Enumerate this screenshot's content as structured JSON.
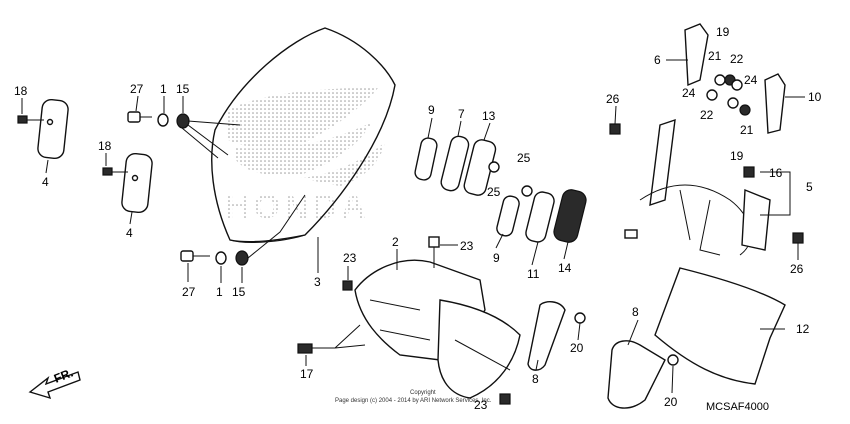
{
  "diagram": {
    "code": "MCSAF4000",
    "direction_label": "FR.",
    "copyright_line1": "Copyright",
    "copyright_line2": "Page design (c) 2004 - 2014 by ARI Network Services, Inc.",
    "watermark": "HONDA",
    "callouts": [
      {
        "id": "c18a",
        "text": "18"
      },
      {
        "id": "c4a",
        "text": "4"
      },
      {
        "id": "c18b",
        "text": "18"
      },
      {
        "id": "c4b",
        "text": "4"
      },
      {
        "id": "c27a",
        "text": "27"
      },
      {
        "id": "c1a",
        "text": "1"
      },
      {
        "id": "c15a",
        "text": "15"
      },
      {
        "id": "c27b",
        "text": "27"
      },
      {
        "id": "c1b",
        "text": "1"
      },
      {
        "id": "c15b",
        "text": "15"
      },
      {
        "id": "c3",
        "text": "3"
      },
      {
        "id": "c2",
        "text": "2"
      },
      {
        "id": "c23a",
        "text": "23"
      },
      {
        "id": "c23b",
        "text": "23"
      },
      {
        "id": "c23c",
        "text": "23"
      },
      {
        "id": "c17",
        "text": "17"
      },
      {
        "id": "c9a",
        "text": "9"
      },
      {
        "id": "c7",
        "text": "7"
      },
      {
        "id": "c13",
        "text": "13"
      },
      {
        "id": "c25a",
        "text": "25"
      },
      {
        "id": "c25b",
        "text": "25"
      },
      {
        "id": "c9b",
        "text": "9"
      },
      {
        "id": "c11",
        "text": "11"
      },
      {
        "id": "c14",
        "text": "14"
      },
      {
        "id": "c8a",
        "text": "8"
      },
      {
        "id": "c20a",
        "text": "20"
      },
      {
        "id": "c8b",
        "text": "8"
      },
      {
        "id": "c20b",
        "text": "20"
      },
      {
        "id": "c12",
        "text": "12"
      },
      {
        "id": "c6",
        "text": "6"
      },
      {
        "id": "c19a",
        "text": "19"
      },
      {
        "id": "c21a",
        "text": "21"
      },
      {
        "id": "c22a",
        "text": "22"
      },
      {
        "id": "c24a",
        "text": "24"
      },
      {
        "id": "c24b",
        "text": "24"
      },
      {
        "id": "c10",
        "text": "10"
      },
      {
        "id": "c22b",
        "text": "22"
      },
      {
        "id": "c21b",
        "text": "21"
      },
      {
        "id": "c19b",
        "text": "19"
      },
      {
        "id": "c26a",
        "text": "26"
      },
      {
        "id": "c16",
        "text": "16"
      },
      {
        "id": "c5",
        "text": "5"
      },
      {
        "id": "c26b",
        "text": "26"
      }
    ]
  }
}
